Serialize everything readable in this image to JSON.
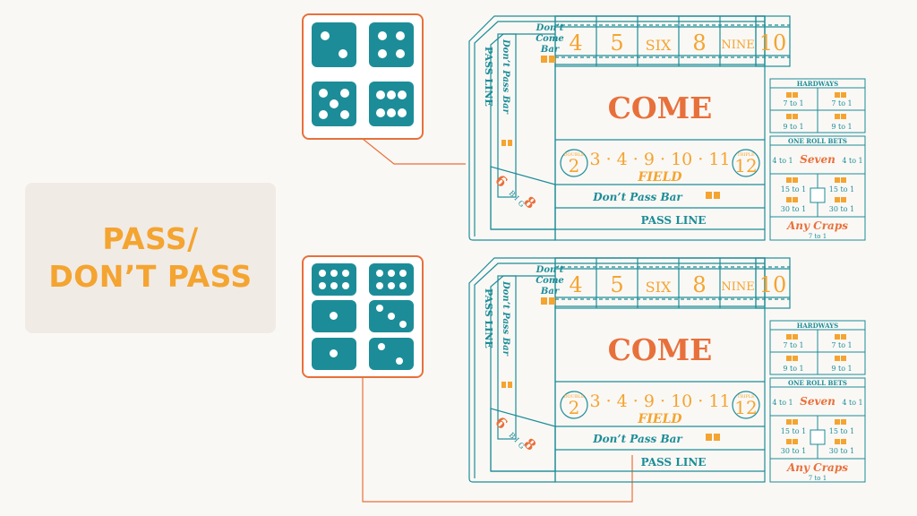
{
  "heading": {
    "line1": "PASS/",
    "line2": "DON’T PASS"
  },
  "colors": {
    "teal": "#1c8d98",
    "orange": "#e8703a",
    "gold": "#f4a430",
    "panel": "#f1ebe6"
  },
  "example_top": {
    "dice": [
      2,
      4,
      5,
      6
    ],
    "description": "pair of dice faces"
  },
  "example_bottom": {
    "dice": [
      6,
      6,
      1,
      3,
      1,
      2
    ]
  },
  "table": {
    "dont_come_bar": [
      "Don’t",
      "Come",
      "Bar"
    ],
    "numbers": [
      "4",
      "5",
      "SIX",
      "8",
      "NINE",
      "10"
    ],
    "come": "COME",
    "pass_line": "PASS LINE",
    "dont_pass_bar": "Don’t Pass Bar",
    "field_numbers": "3 · 4 · 9 · 10 · 11",
    "double_label": "DOUBLE",
    "double_value": "2",
    "triple_label": "TRIPLE",
    "triple_value": "12",
    "field": "FIELD",
    "big6": "6",
    "big8": "8",
    "big_letters": [
      "B",
      "I",
      "G"
    ],
    "hardways": "HARDWAYS",
    "hardway_odds": [
      "7 to 1",
      "7 to 1",
      "9 to 1",
      "9 to 1"
    ],
    "one_roll": "ONE ROLL BETS",
    "seven": "Seven",
    "four_to_one": "4 to 1",
    "one_roll_odds": [
      "15 to 1",
      "15 to 1",
      "30 to 1",
      "30 to 1"
    ],
    "any_craps": "Any Craps",
    "any_craps_odds": "7 to 1"
  }
}
